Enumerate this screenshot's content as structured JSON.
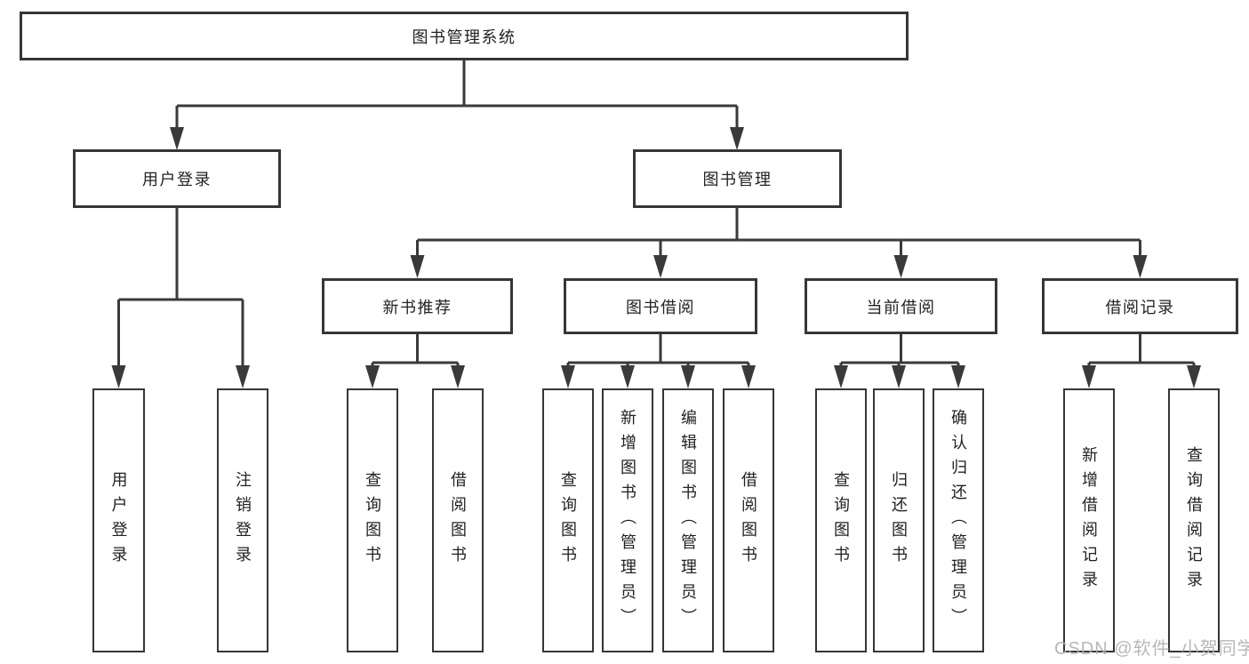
{
  "diagram_title": "图书管理系统",
  "tree": {
    "root": {
      "label": "图书管理系统"
    },
    "branches": [
      {
        "label": "用户登录",
        "children": [
          {
            "label": "用户登录"
          },
          {
            "label": "注销登录"
          }
        ]
      },
      {
        "label": "图书管理",
        "children": [
          {
            "label": "新书推荐",
            "children": [
              {
                "label": "查询图书"
              },
              {
                "label": "借阅图书"
              }
            ]
          },
          {
            "label": "图书借阅",
            "children": [
              {
                "label": "查询图书"
              },
              {
                "label": "新增图书（管理员）"
              },
              {
                "label": "编辑图书（管理员）"
              },
              {
                "label": "借阅图书"
              }
            ]
          },
          {
            "label": "当前借阅",
            "children": [
              {
                "label": "查询图书"
              },
              {
                "label": "归还图书"
              },
              {
                "label": "确认归还（管理员）"
              }
            ]
          },
          {
            "label": "借阅记录",
            "children": [
              {
                "label": "新增借阅记录"
              },
              {
                "label": "查询借阅记录"
              }
            ]
          }
        ]
      }
    ]
  },
  "watermark": {
    "text": "CSDN @软件_小贺同学"
  },
  "colors": {
    "background": "#ffffff",
    "box_fill": "#ffffff",
    "box_border": "#363636",
    "connector_line": "#3a3a3a",
    "text": "#222222",
    "watermark": "#b0b0b0"
  }
}
